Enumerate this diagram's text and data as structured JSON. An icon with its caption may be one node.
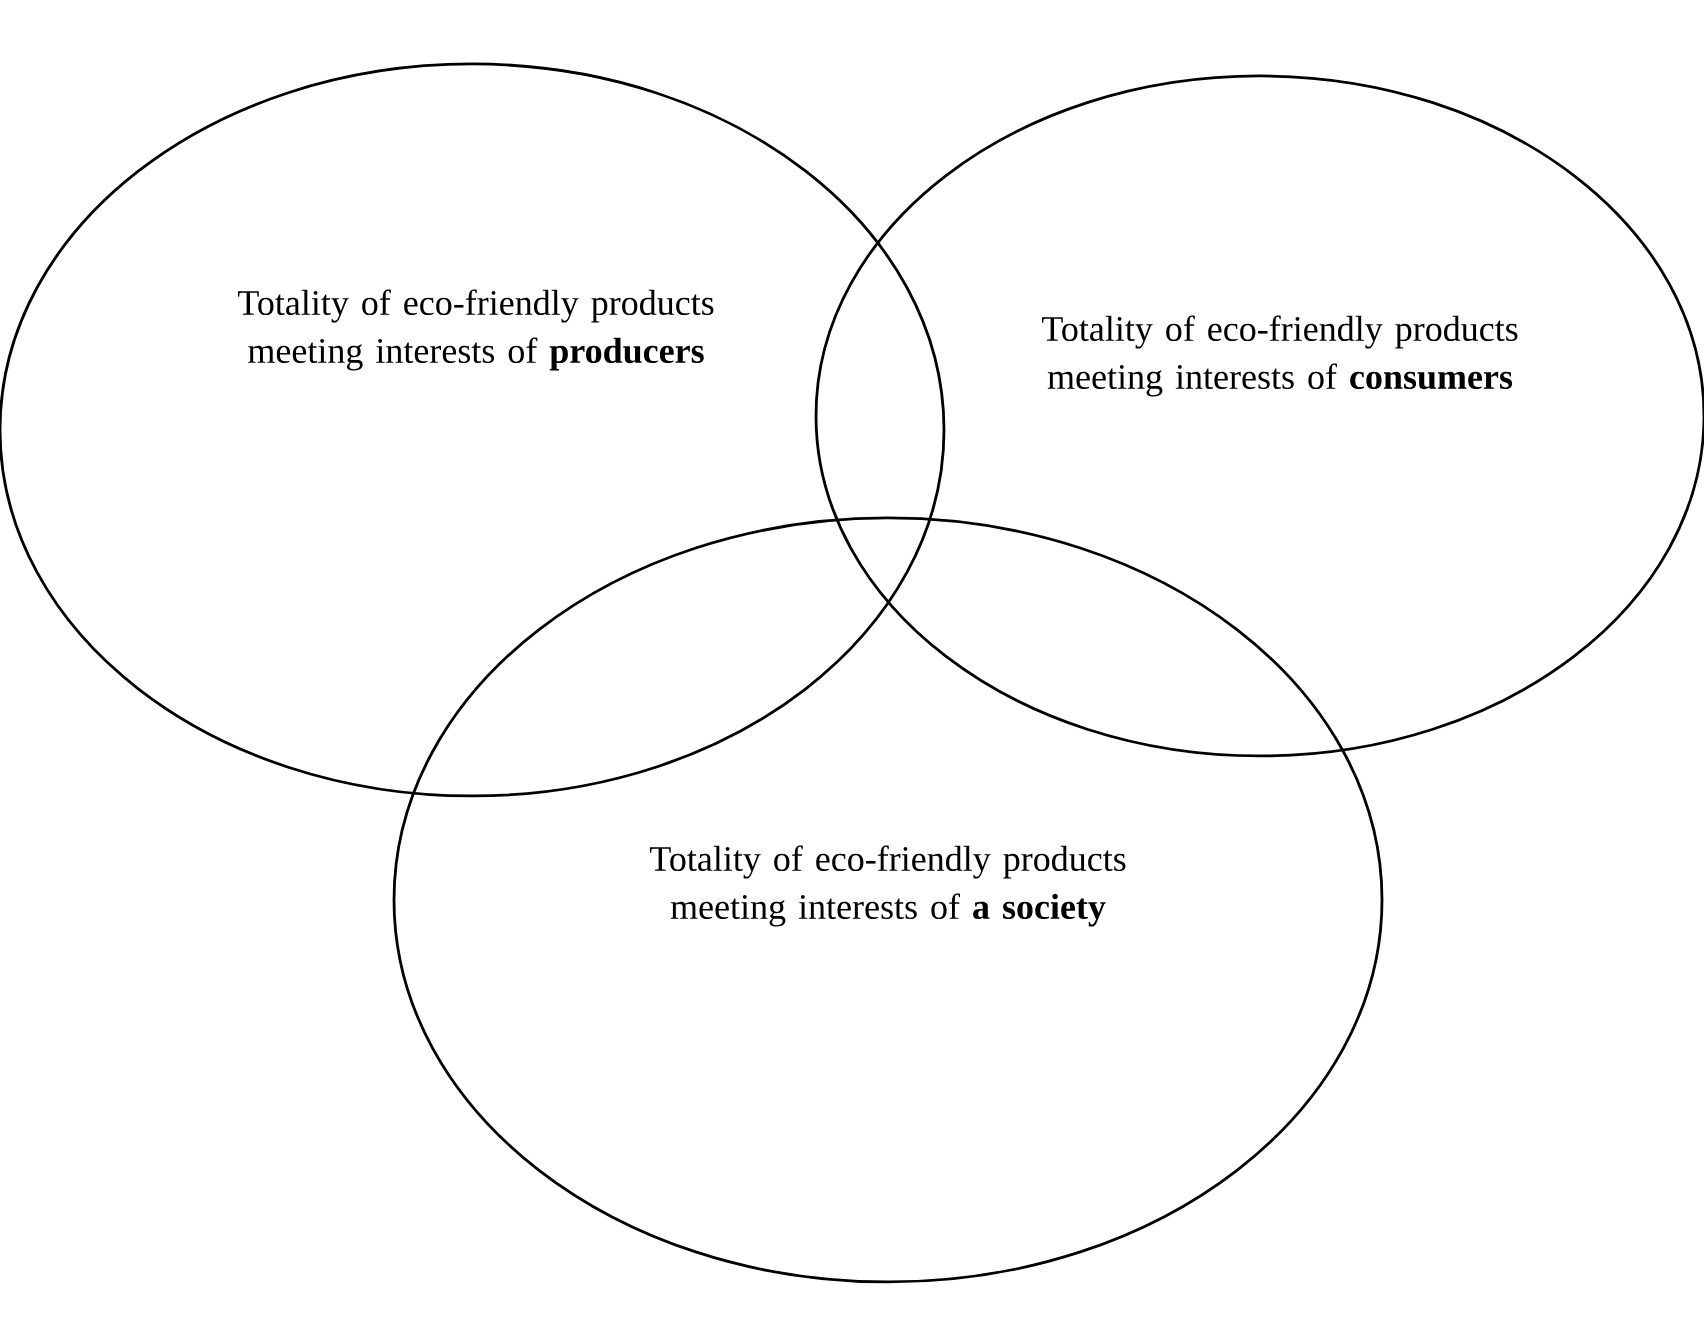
{
  "diagram": {
    "nodes": [
      {
        "text": [
          "Totality of eco-friendly products meeting interests of **producers**"
        ]
      },
      {
        "text": [
          "Totality of eco-friendly products meeting interests of **consumers**"
        ]
      },
      {
        "text": [
          "Totality of eco-friendly products meeting interests of **a society**"
        ]
      }
    ]
  }
}
